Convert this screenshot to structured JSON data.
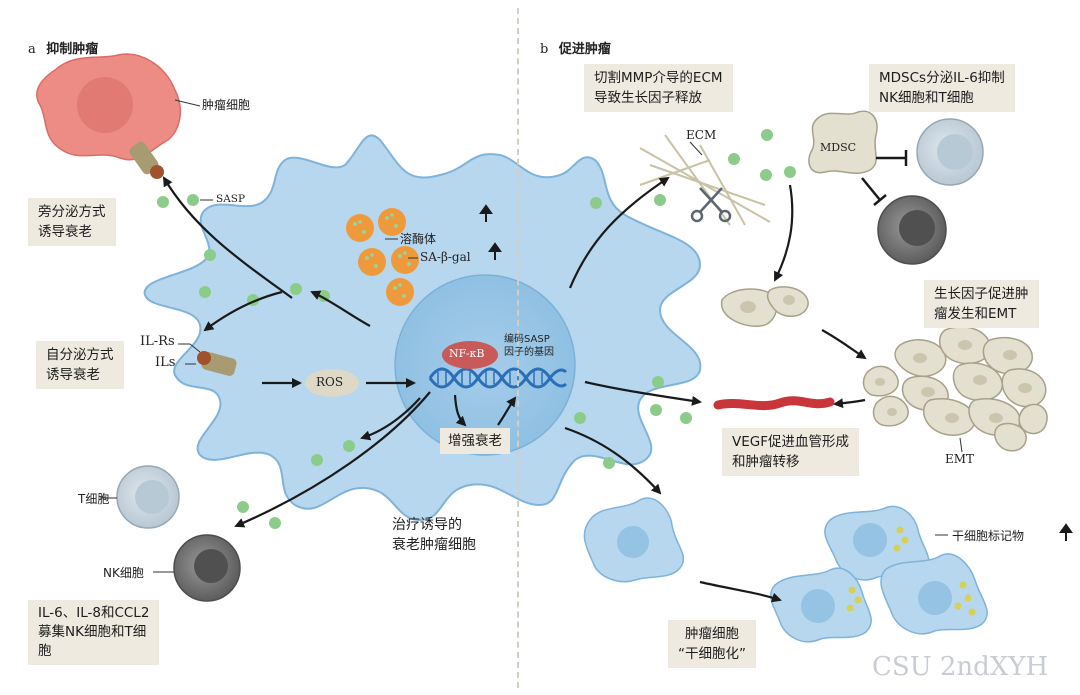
{
  "panel_a": {
    "letter": "a",
    "title": "抑制肿瘤",
    "tumor_cell_label": "肿瘤细胞",
    "sasp_label": "SASP",
    "paracrine_box": [
      "旁分泌方式",
      "诱导衰老"
    ],
    "autocrine_box": [
      "自分泌方式",
      "诱导衰老"
    ],
    "il_rs_label": "IL-Rs",
    "ils_label": "ILs",
    "ros_label": "ROS",
    "lysosome_label": "溶酶体",
    "sa_beta_gal_label": "SA-β-gal",
    "nfkb_label": "NF-κB",
    "sasp_genes_label": [
      "编码SASP",
      "因子的基因"
    ],
    "enhance_box": "增强衰老",
    "t_cell_label": "T细胞",
    "nk_cell_label": "NK细胞",
    "recruit_box": [
      "IL-6、IL-8和CCL2",
      "募集NK细胞和T细",
      "胞"
    ],
    "center_cell_label": [
      "治疗诱导的",
      "衰老肿瘤细胞"
    ]
  },
  "panel_b": {
    "letter": "b",
    "title": "促进肿瘤",
    "mmp_box": [
      "切割MMP介导的ECM",
      "导致生长因子释放"
    ],
    "mdsc_box": [
      "MDSCs分泌IL-6抑制",
      "NK细胞和T细胞"
    ],
    "ecm_label": "ECM",
    "mdsc_label": "MDSC",
    "growth_box": [
      "生长因子促进肿",
      "瘤发生和EMT"
    ],
    "emt_label": "EMT",
    "vegf_box": [
      "VEGF促进血管形成",
      "和肿瘤转移"
    ],
    "stem_marker_label": "干细胞标记物",
    "stemness_box": [
      "肿瘤细胞",
      "“干细胞化”"
    ]
  },
  "watermark": "CSU 2ndXYH",
  "colors": {
    "cell_blue": "#b7d7ee",
    "nucleus_blue": "#8fc0e2",
    "vesicle_green": "#8ccc8a",
    "lysosome_orange": "#ee9a3c",
    "tumor_red": "#ec8c84",
    "nfkb_red": "#c85a5a",
    "box_bg": "#eeeae0",
    "vessel_red": "#c8353a",
    "dna_blue": "#2a6fb8"
  },
  "icons": [
    "up-arrow-icon",
    "scissors-icon",
    "inhibit-bar-icon"
  ]
}
